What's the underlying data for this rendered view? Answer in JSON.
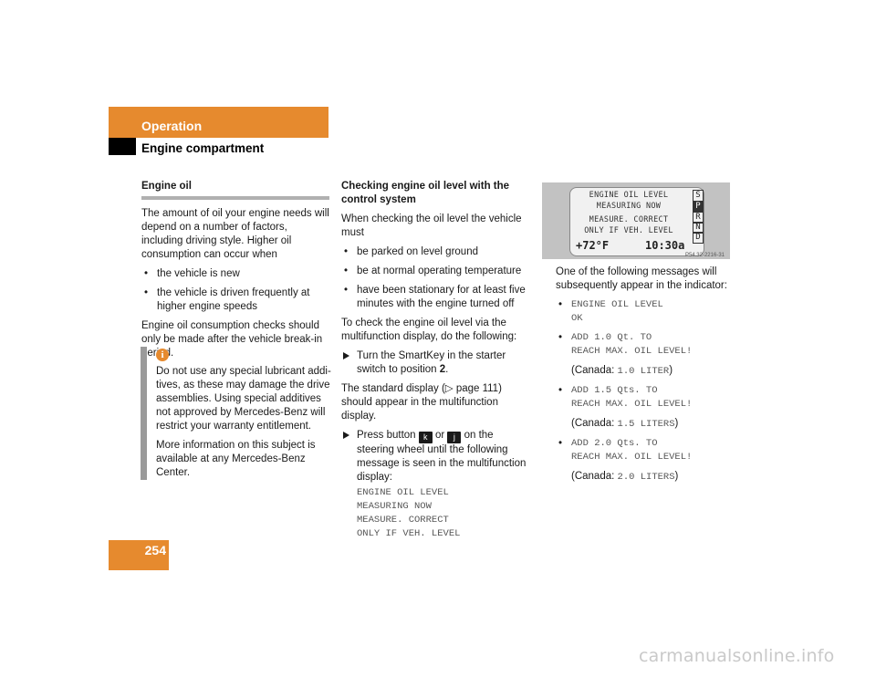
{
  "header": {
    "section": "Operation",
    "subsection": "Engine compartment",
    "accent_color": "#e68a2e"
  },
  "page_number": "254",
  "col1": {
    "heading": "Engine oil",
    "intro": "The amount of oil your engine needs will depend on a number of factors, including driving style. Higher oil consumption can occur when",
    "bullets": [
      "the vehicle is new",
      "the vehicle is driven frequently at higher engine speeds"
    ],
    "consumption_note": "Engine oil consumption checks should only be made after the vehicle break-in period.",
    "info": {
      "icon": "i",
      "p1": "Do not use any special lubricant addi-tives, as these may damage the drive assemblies. Using special additives not approved by Mercedes-Benz will restrict your warranty entitlement.",
      "p2": "More information on this subject is available at any Mercedes-Benz Center."
    }
  },
  "col2": {
    "heading": "Checking engine oil level with the control system",
    "intro": "When checking the oil level the vehicle must",
    "bullets": [
      "be parked on level ground",
      "be at normal operating temperature",
      "have been stationary for at least five minutes with the engine turned off"
    ],
    "todo": "To check the engine oil level via the multifunction display, do the following:",
    "step1_text": "Turn the SmartKey in the starter switch to position ",
    "step1_pos": "2",
    "step1_end": ".",
    "standard": "The standard display (▷ page 111) should appear in the multifunction display.",
    "step2_a": "Press button ",
    "step2_key1": "k",
    "step2_or": " or ",
    "step2_key2": "j",
    "step2_b": " on the steering wheel until the following message is seen in the multifunction display:",
    "message": [
      "ENGINE OIL LEVEL",
      "MEASURING NOW",
      "MEASURE. CORRECT",
      "ONLY IF VEH. LEVEL"
    ]
  },
  "display": {
    "lines": [
      "ENGINE OIL LEVEL",
      "MEASURING NOW",
      "MEASURE. CORRECT",
      "ONLY IF VEH. LEVEL"
    ],
    "gears": [
      "S",
      "P",
      "R",
      "N",
      "D"
    ],
    "temp": "+72°F",
    "time": "10:30a",
    "code": "P54.32-2216-31"
  },
  "col3": {
    "intro": "One of the following messages will subsequently appear in the indicator:",
    "msg1": [
      "ENGINE OIL LEVEL",
      "OK"
    ],
    "msg2": [
      "ADD 1.0 Qt. TO",
      "REACH MAX. OIL LEVEL!"
    ],
    "canada_label": "(Canada: ",
    "canada_end": ")",
    "msg2_canada": "1.0 LITER",
    "msg3": [
      "ADD 1.5 Qts. TO",
      "REACH MAX. OIL LEVEL!"
    ],
    "msg3_canada": "1.5 LITERS",
    "msg4": [
      "ADD 2.0 Qts. TO",
      "REACH MAX. OIL LEVEL!"
    ],
    "msg4_canada": "2.0 LITERS"
  },
  "watermark": "carmanualsonline.info"
}
